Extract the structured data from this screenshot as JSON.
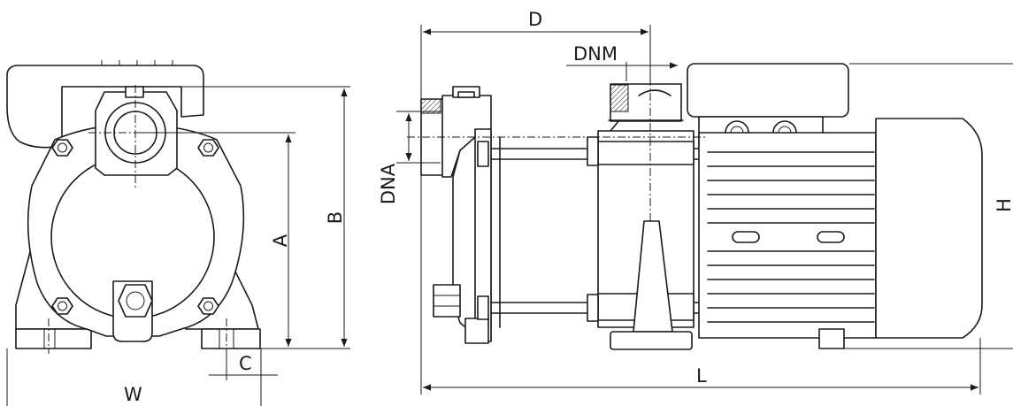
{
  "labels": {
    "w": "W",
    "c": "C",
    "a": "A",
    "b": "B",
    "d": "D",
    "dnm": "DNM",
    "dna": "DNA",
    "h": "H",
    "l": "L"
  }
}
